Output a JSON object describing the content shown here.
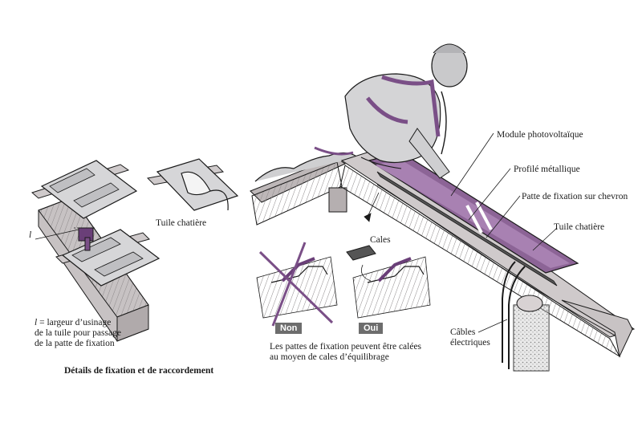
{
  "labels": {
    "module": "Module photovoltaïque",
    "profile": "Profilé métallique",
    "bracket": "Patte de fixation sur chevron",
    "vent_tile_right": "Tuile chatière",
    "vent_tile_left": "Tuile chatière",
    "shims": "Cales",
    "cables_line1": "Câbles",
    "cables_line2": "électriques",
    "l_symbol": "l",
    "width_symbol": "l",
    "width_rest": " = largeur d’usinage",
    "width_line2": "de la tuile pour passage",
    "width_line3": "de la patte de fixation",
    "details_title": "Détails de fixation et de raccordement",
    "note_line1": "Les pattes de fixation peuvent être calées",
    "note_line2": "au moyen de cales d’équilibrage"
  },
  "badges": {
    "no": "Non",
    "yes": "Oui"
  },
  "colors": {
    "accent": "#7a4f87",
    "tile": "#d2d2d4",
    "wood": "#bdb7b8",
    "line": "#1a1a1a",
    "badge": "#6d6d6d"
  }
}
